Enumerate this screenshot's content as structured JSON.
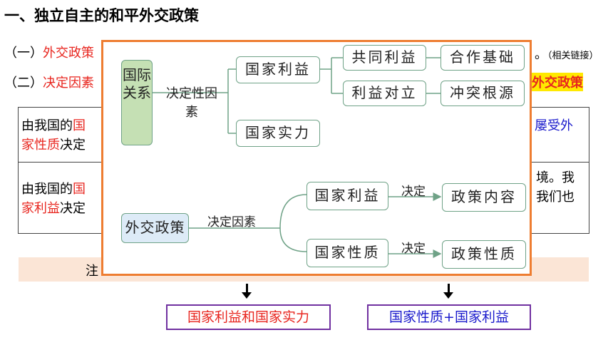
{
  "heading": "一、独立自主的和平外交政策",
  "points": {
    "p1_prefix": "（一）",
    "p1_red": "外交政策",
    "p1_tail": "。",
    "p1_note": "（相关链接）",
    "p2_prefix": "（二）",
    "p2_red": "决定因素",
    "p2_highlight": "外交政策"
  },
  "table": {
    "row1": {
      "a": "由我国的",
      "a_red": "国",
      "b_blue": "屡受外",
      "c_red": "家性质",
      "c": "决定"
    },
    "row2": {
      "a": "由我国的",
      "a_red": "国",
      "b": "境。我",
      "b2": "我们也",
      "c_red": "家利益",
      "c": "决定"
    }
  },
  "note_label": "注",
  "outputs": {
    "left": "国家利益和国家实力",
    "right": "国家性质+国家利益"
  },
  "diagram": {
    "intl_relations": "国际关系",
    "decisive_factor": "决定性因素",
    "national_interest": "国家利益",
    "national_power": "国家实力",
    "common_interest": "共同利益",
    "opposed_interest": "利益对立",
    "cooperation_basis": "合作基础",
    "conflict_root": "冲突根源",
    "foreign_policy": "外交政策",
    "decisive_factors": "决定因素",
    "fp_interest": "国家利益",
    "fp_nature": "国家性质",
    "decides_1": "决定",
    "decides_2": "决定",
    "policy_content": "政策内容",
    "policy_nature": "政策性质"
  },
  "colors": {
    "accent_red": "#e8261f",
    "popup_border": "#ee7d31",
    "green_box": "#c5e0b4",
    "blue_box": "#ddebf7",
    "purple_box": "#7030a0",
    "highlight": "#ffe900"
  }
}
